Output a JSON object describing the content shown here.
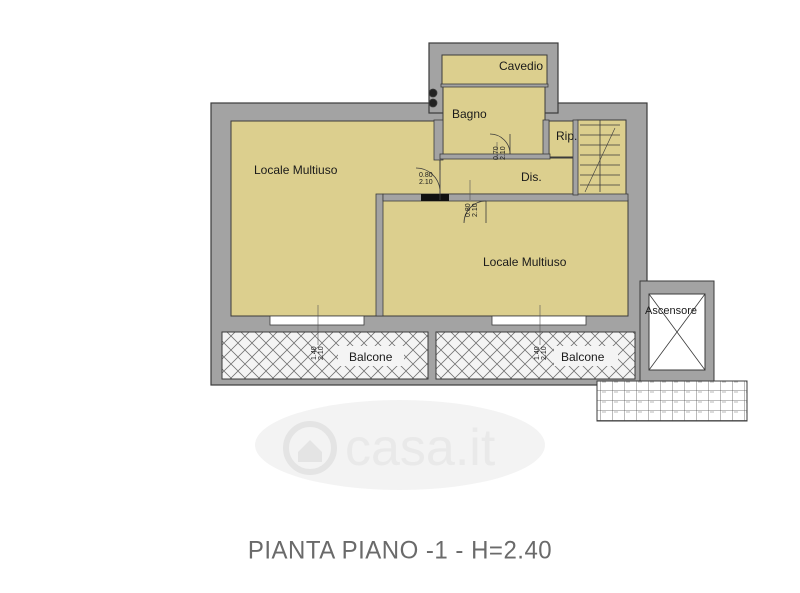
{
  "rooms": [
    {
      "id": "locale-1",
      "label": "Locale Multiuso"
    },
    {
      "id": "locale-2",
      "label": "Locale Multiuso"
    },
    {
      "id": "bagno",
      "label": "Bagno"
    },
    {
      "id": "cavedio",
      "label": "Cavedio"
    },
    {
      "id": "rip",
      "label": "Rip."
    },
    {
      "id": "dis",
      "label": "Dis."
    },
    {
      "id": "balcone-1",
      "label": "Balcone"
    },
    {
      "id": "balcone-2",
      "label": "Balcone"
    },
    {
      "id": "ascensore",
      "label": "Ascensore"
    }
  ],
  "doors": [
    {
      "id": "door-locale-1",
      "width": "0.80",
      "height": "2.10"
    },
    {
      "id": "door-locale-2",
      "width": "0.80",
      "height": "2.10"
    },
    {
      "id": "door-bagno",
      "width": "0.70",
      "height": "2.10"
    },
    {
      "id": "window-balcone-1",
      "width": "1.40",
      "height": "2.10"
    },
    {
      "id": "window-balcone-2",
      "width": "1.40",
      "height": "2.10"
    }
  ],
  "watermark": "casa.it",
  "title": "PIANTA PIANO -1 - H=2.40",
  "colors": {
    "wall": "#a3a3a3",
    "floor": "#dccf8e",
    "wall_outline": "#3b3b3b",
    "balcony_fill": "#f2f2f2"
  }
}
